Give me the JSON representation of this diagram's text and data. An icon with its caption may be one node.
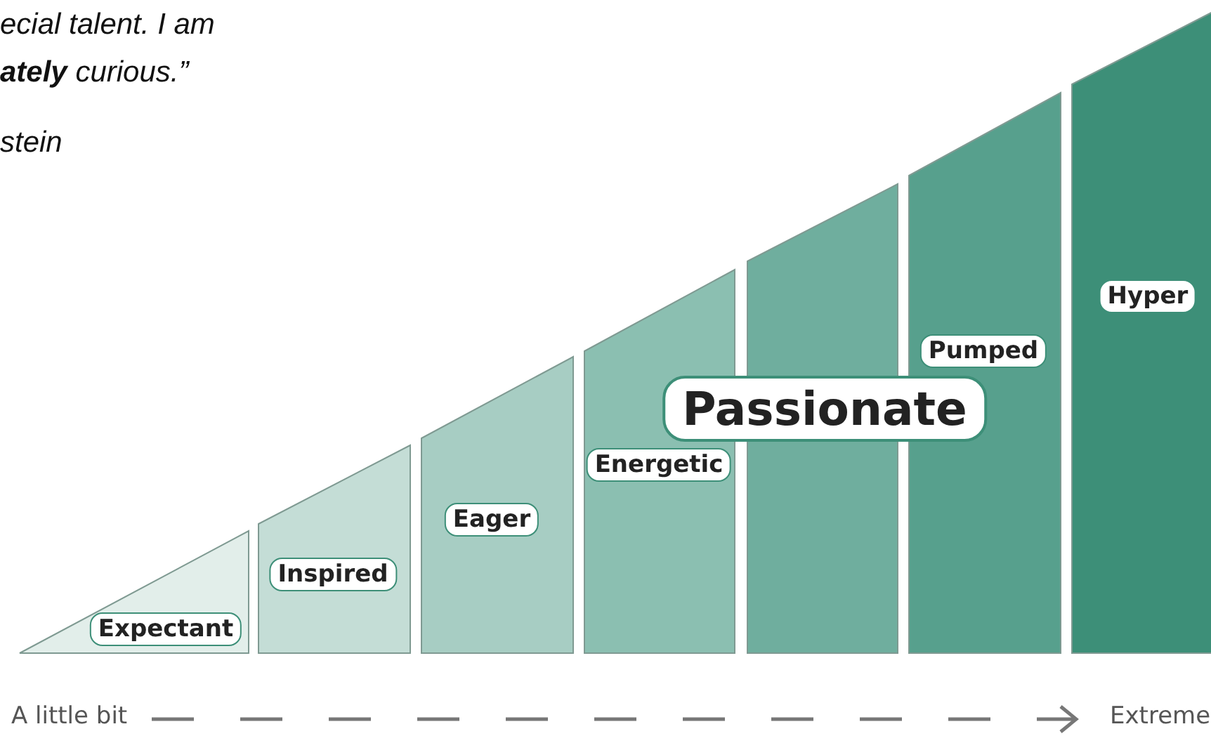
{
  "diagram": {
    "nodes": [
      {
        "text": [
          "Expectant"
        ]
      },
      {
        "text": [
          "Inspired"
        ]
      },
      {
        "text": [
          "Eager"
        ]
      },
      {
        "text": [
          "Energetic"
        ]
      },
      {
        "text": [
          "Passionate"
        ]
      },
      {
        "text": [
          "Pumped"
        ]
      },
      {
        "text": [
          "Hyper"
        ]
      }
    ],
    "edges": [],
    "labels": [
      "ecial talent. I am",
      "**ately** *curious.”*",
      "stein",
      "A little bit",
      "Extreme"
    ]
  }
}
